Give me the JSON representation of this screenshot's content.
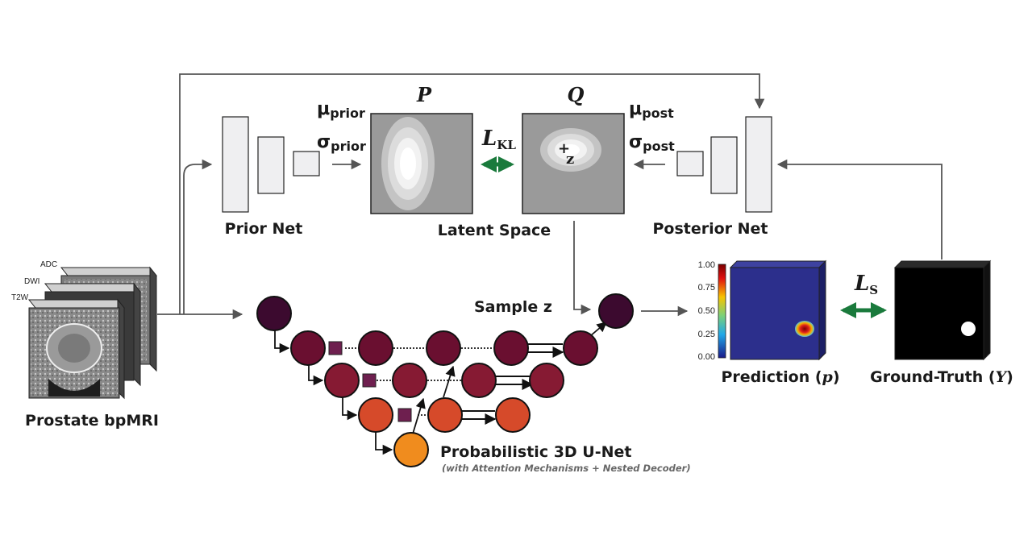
{
  "input": {
    "channels": [
      "ADC",
      "DWI",
      "T2W"
    ],
    "title": "Prostate bpMRI"
  },
  "prior": {
    "title": "Prior Net",
    "mu": "μ",
    "mu_sub": "prior",
    "sigma": "σ",
    "sigma_sub": "prior"
  },
  "posterior": {
    "title": "Posterior Net",
    "mu": "μ",
    "mu_sub": "post",
    "sigma": "σ",
    "sigma_sub": "post"
  },
  "latent": {
    "title": "Latent Space",
    "p_label": "P",
    "q_label": "Q",
    "kl_main": "L",
    "kl_sub": "KL",
    "z_label": "z",
    "z_plus": "+"
  },
  "sample": {
    "label": "Sample z"
  },
  "unet": {
    "title": "Probabilistic 3D U-Net",
    "subtitle": "(with Attention Mechanisms + Nested Decoder)"
  },
  "prediction": {
    "title_text": "Prediction (",
    "title_var": "p",
    "title_close": ")",
    "colorbar_ticks": [
      "1.00",
      "0.75",
      "0.50",
      "0.25",
      "0.00"
    ]
  },
  "loss_s": {
    "main": "L",
    "sub": "S"
  },
  "ground_truth": {
    "title_text": "Ground-Truth (",
    "title_var": "Y",
    "title_close": ")"
  },
  "colors": {
    "arrow": "#555555",
    "green_arrow": "#1a7a3c",
    "node_top": "#3c0a2f",
    "node_mid": "#6a0f30",
    "node_row2": "#861a33",
    "node_row3": "#d64a2a",
    "node_bottom": "#f08c1e",
    "attention_gate": "#6e1f4f",
    "pred_bg": "#2c2f8c"
  }
}
